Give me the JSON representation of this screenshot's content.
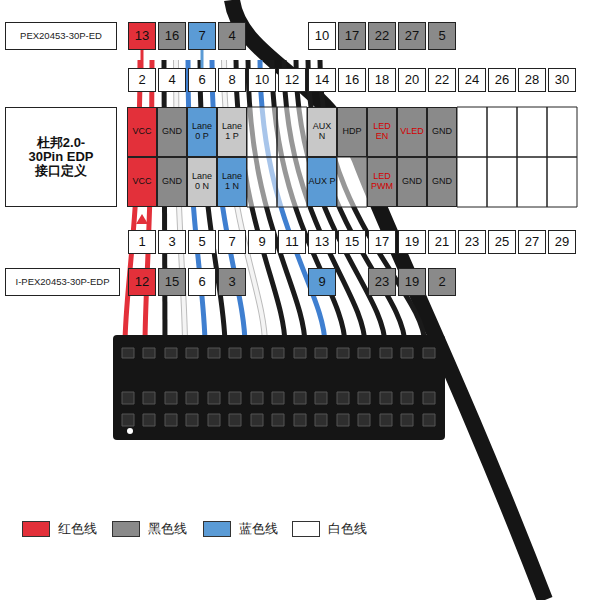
{
  "diagram": {
    "nodes": [
      {
        "text": [
          "PEX20453-30P-ED"
        ]
      },
      {
        "text": [
          "13"
        ]
      },
      {
        "text": [
          "16"
        ]
      },
      {
        "text": [
          "7"
        ]
      },
      {
        "text": [
          "4"
        ]
      },
      {
        "text": [
          "10"
        ]
      },
      {
        "text": [
          "17"
        ]
      },
      {
        "text": [
          "22"
        ]
      },
      {
        "text": [
          "27"
        ]
      },
      {
        "text": [
          "5"
        ]
      },
      {
        "text": [
          "2"
        ]
      },
      {
        "text": [
          "4"
        ]
      },
      {
        "text": [
          "6"
        ]
      },
      {
        "text": [
          "8"
        ]
      },
      {
        "text": [
          "10"
        ]
      },
      {
        "text": [
          "12"
        ]
      },
      {
        "text": [
          "14"
        ]
      },
      {
        "text": [
          "16"
        ]
      },
      {
        "text": [
          "18"
        ]
      },
      {
        "text": [
          "20"
        ]
      },
      {
        "text": [
          "22"
        ]
      },
      {
        "text": [
          "24"
        ]
      },
      {
        "text": [
          "26"
        ]
      },
      {
        "text": [
          "28"
        ]
      },
      {
        "text": [
          "30"
        ]
      },
      {
        "text": [
          "杜邦2.0- 30Pin EDP 接口定义"
        ]
      },
      {
        "text": [
          "VCC"
        ]
      },
      {
        "text": [
          "GND"
        ]
      },
      {
        "text": [
          "Lane 0 P"
        ]
      },
      {
        "text": [
          "Lane 1 P"
        ]
      },
      {
        "text": [
          "AUX N"
        ]
      },
      {
        "text": [
          "HDP"
        ]
      },
      {
        "text": [
          "LED EN"
        ]
      },
      {
        "text": [
          "VLED"
        ]
      },
      {
        "text": [
          "GND"
        ]
      },
      {
        "text": [
          "VCC"
        ]
      },
      {
        "text": [
          "GND"
        ]
      },
      {
        "text": [
          "Lane 0 N"
        ]
      },
      {
        "text": [
          "Lane 1 N"
        ]
      },
      {
        "text": [
          "AUX P"
        ]
      },
      {
        "text": [
          "LED PWM"
        ]
      },
      {
        "text": [
          "GND"
        ]
      },
      {
        "text": [
          "GND"
        ]
      },
      {
        "text": [
          "1"
        ]
      },
      {
        "text": [
          "3"
        ]
      },
      {
        "text": [
          "5"
        ]
      },
      {
        "text": [
          "7"
        ]
      },
      {
        "text": [
          "9"
        ]
      },
      {
        "text": [
          "11"
        ]
      },
      {
        "text": [
          "13"
        ]
      },
      {
        "text": [
          "15"
        ]
      },
      {
        "text": [
          "17"
        ]
      },
      {
        "text": [
          "19"
        ]
      },
      {
        "text": [
          "21"
        ]
      },
      {
        "text": [
          "23"
        ]
      },
      {
        "text": [
          "25"
        ]
      },
      {
        "text": [
          "27"
        ]
      },
      {
        "text": [
          "29"
        ]
      },
      {
        "text": [
          "I-PEX20453-30P-EDP"
        ]
      },
      {
        "text": [
          "12"
        ]
      },
      {
        "text": [
          "15"
        ]
      },
      {
        "text": [
          "6"
        ]
      },
      {
        "text": [
          "3"
        ]
      },
      {
        "text": [
          "9"
        ]
      },
      {
        "text": [
          "23"
        ]
      },
      {
        "text": [
          "19"
        ]
      },
      {
        "text": [
          "2"
        ]
      }
    ],
    "edges": [
      {
        "from": 1,
        "to": 10,
        "arrow": "none"
      },
      {
        "from": 3,
        "to": 12,
        "arrow": "none"
      }
    ],
    "legend": [
      {
        "text": "红色线",
        "color": "#e3303a"
      },
      {
        "text": "黑色线",
        "color": "#8a8a8a"
      },
      {
        "text": "蓝色线",
        "color": "#5b9bd5"
      },
      {
        "text": "白色线",
        "color": "#ffffff"
      }
    ]
  }
}
